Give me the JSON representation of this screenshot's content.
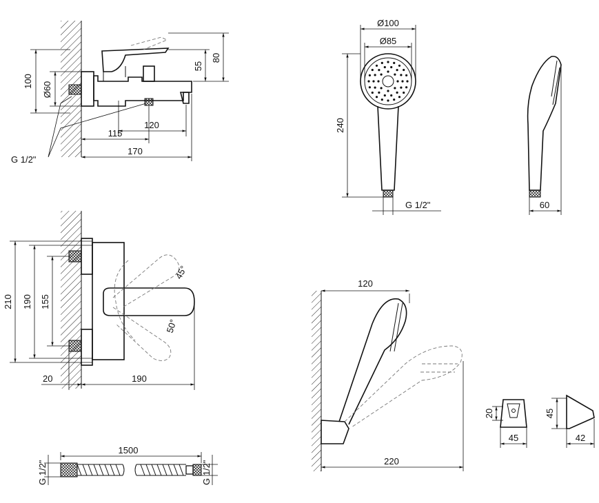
{
  "mixer_side_view": {
    "dim_height_overall": "100",
    "dim_flange": "Ø60",
    "dim_handle_height": "80",
    "dim_body_height": "55",
    "dim_spout_offset": "120",
    "dim_connection_depth": "115",
    "dim_total_length": "170",
    "thread_label": "G 1/2\""
  },
  "mixer_top_view": {
    "dim_outer_height": "210",
    "dim_mid_height": "190",
    "dim_inner_height": "155",
    "dim_wall_gap": "20",
    "dim_depth": "190",
    "angle_up": "45°",
    "angle_down": "50°"
  },
  "shower_head_front": {
    "dim_outer_diameter": "Ø100",
    "dim_inner_diameter": "Ø85",
    "dim_length": "240",
    "thread_label": "G 1/2\""
  },
  "shower_head_side": {
    "dim_depth": "60"
  },
  "hose": {
    "dim_length": "1500",
    "thread_left": "G 1/2\"",
    "thread_right": "G 1/2\""
  },
  "wall_holder_assembly": {
    "dim_projection": "120",
    "dim_reach": "220"
  },
  "holder_front": {
    "dim_height": "20",
    "dim_width": "45"
  },
  "holder_side": {
    "dim_height": "45",
    "dim_depth": "42"
  }
}
